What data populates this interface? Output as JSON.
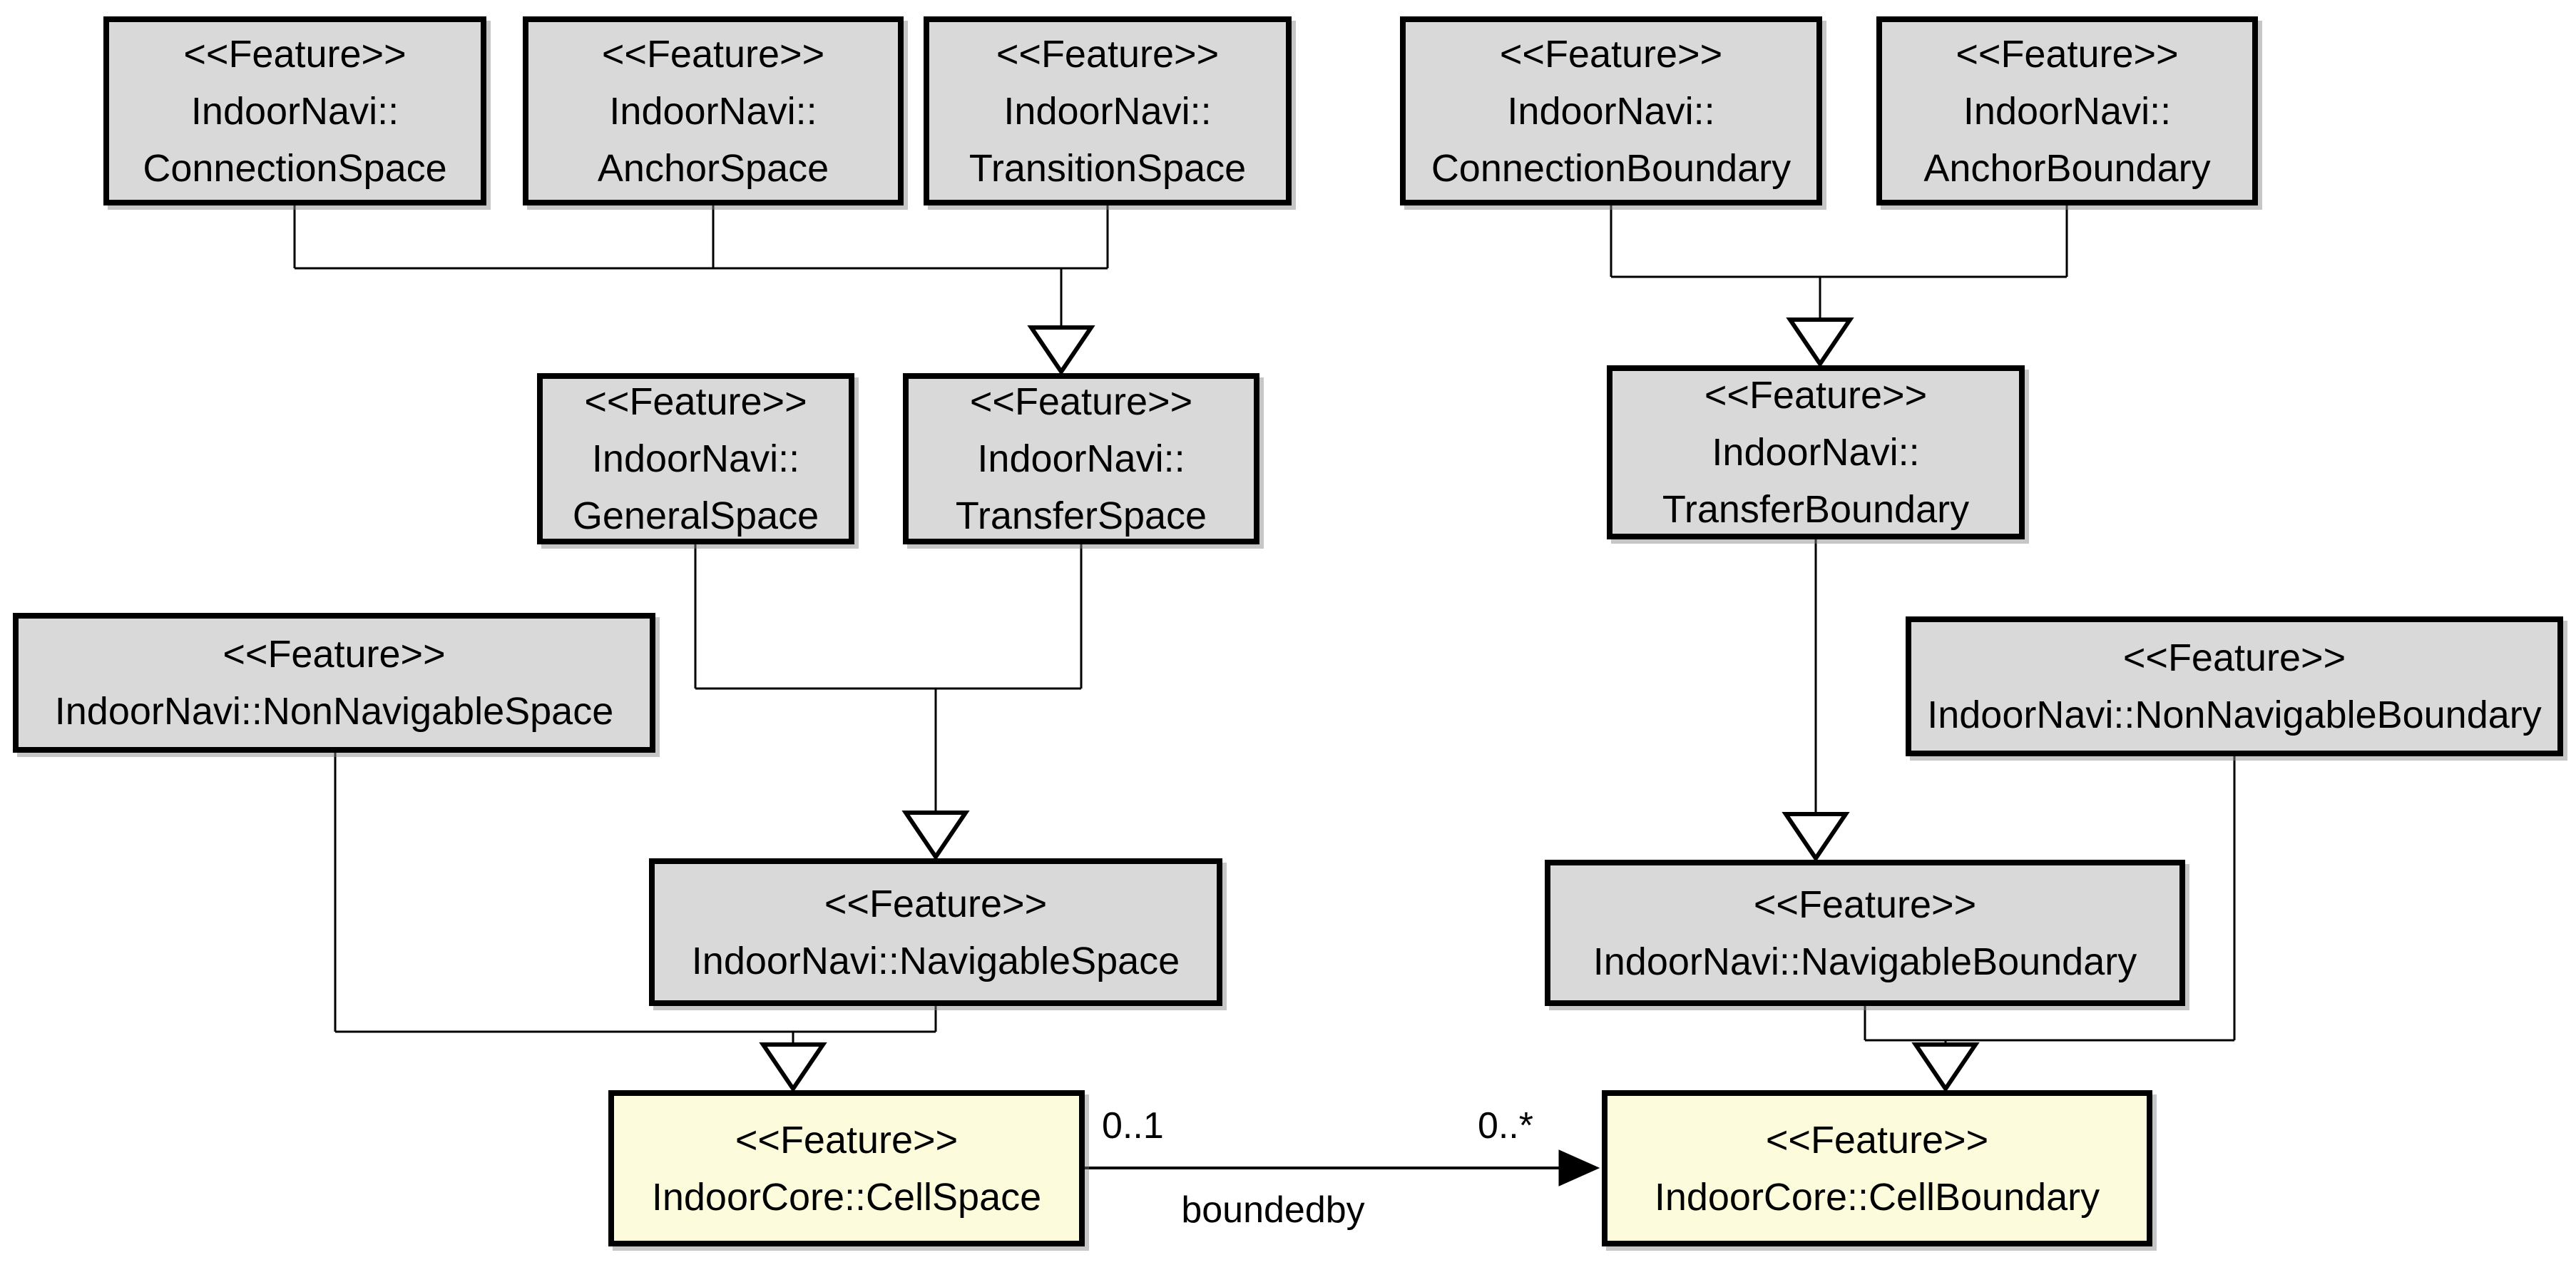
{
  "diagram_type": "uml-class-diagram",
  "colors": {
    "node_fill_gray": "#d9d9d9",
    "node_fill_yellow": "#fcfcdc",
    "node_border": "#000000",
    "line": "#000000",
    "background": "#ffffff"
  },
  "nodes": {
    "connection_space": {
      "stereotype": "<<Feature>>",
      "lines": [
        "IndoorNavi::",
        "ConnectionSpace"
      ]
    },
    "anchor_space": {
      "stereotype": "<<Feature>>",
      "lines": [
        "IndoorNavi::",
        "AnchorSpace"
      ]
    },
    "transition_space": {
      "stereotype": "<<Feature>>",
      "lines": [
        "IndoorNavi::",
        "TransitionSpace"
      ]
    },
    "connection_boundary": {
      "stereotype": "<<Feature>>",
      "lines": [
        "IndoorNavi::",
        "ConnectionBoundary"
      ]
    },
    "anchor_boundary": {
      "stereotype": "<<Feature>>",
      "lines": [
        "IndoorNavi::",
        "AnchorBoundary"
      ]
    },
    "general_space": {
      "stereotype": "<<Feature>>",
      "lines": [
        "IndoorNavi::",
        "GeneralSpace"
      ]
    },
    "transfer_space": {
      "stereotype": "<<Feature>>",
      "lines": [
        "IndoorNavi::",
        "TransferSpace"
      ]
    },
    "transfer_boundary": {
      "stereotype": "<<Feature>>",
      "lines": [
        "IndoorNavi::",
        "TransferBoundary"
      ]
    },
    "non_navigable_space": {
      "stereotype": "<<Feature>>",
      "lines": [
        "IndoorNavi::NonNavigableSpace"
      ]
    },
    "non_navigable_boundary": {
      "stereotype": "<<Feature>>",
      "lines": [
        "IndoorNavi::NonNavigableBoundary"
      ]
    },
    "navigable_space": {
      "stereotype": "<<Feature>>",
      "lines": [
        "IndoorNavi::NavigableSpace"
      ]
    },
    "navigable_boundary": {
      "stereotype": "<<Feature>>",
      "lines": [
        "IndoorNavi::NavigableBoundary"
      ]
    },
    "cell_space": {
      "stereotype": "<<Feature>>",
      "lines": [
        "IndoorCore::CellSpace"
      ]
    },
    "cell_boundary": {
      "stereotype": "<<Feature>>",
      "lines": [
        "IndoorCore::CellBoundary"
      ]
    }
  },
  "association": {
    "name": "boundedby",
    "from": "IndoorCore::CellSpace",
    "to": "IndoorCore::CellBoundary",
    "from_multiplicity": "0..1",
    "to_multiplicity": "0..*"
  },
  "generalizations": [
    {
      "child": "IndoorNavi::ConnectionSpace",
      "parent": "IndoorNavi::TransferSpace"
    },
    {
      "child": "IndoorNavi::AnchorSpace",
      "parent": "IndoorNavi::TransferSpace"
    },
    {
      "child": "IndoorNavi::TransitionSpace",
      "parent": "IndoorNavi::TransferSpace"
    },
    {
      "child": "IndoorNavi::GeneralSpace",
      "parent": "IndoorNavi::NavigableSpace"
    },
    {
      "child": "IndoorNavi::TransferSpace",
      "parent": "IndoorNavi::NavigableSpace"
    },
    {
      "child": "IndoorNavi::NonNavigableSpace",
      "parent": "IndoorCore::CellSpace"
    },
    {
      "child": "IndoorNavi::NavigableSpace",
      "parent": "IndoorCore::CellSpace"
    },
    {
      "child": "IndoorNavi::ConnectionBoundary",
      "parent": "IndoorNavi::TransferBoundary"
    },
    {
      "child": "IndoorNavi::AnchorBoundary",
      "parent": "IndoorNavi::TransferBoundary"
    },
    {
      "child": "IndoorNavi::TransferBoundary",
      "parent": "IndoorNavi::NavigableBoundary"
    },
    {
      "child": "IndoorNavi::NonNavigableBoundary",
      "parent": "IndoorCore::CellBoundary"
    },
    {
      "child": "IndoorNavi::NavigableBoundary",
      "parent": "IndoorCore::CellBoundary"
    }
  ]
}
